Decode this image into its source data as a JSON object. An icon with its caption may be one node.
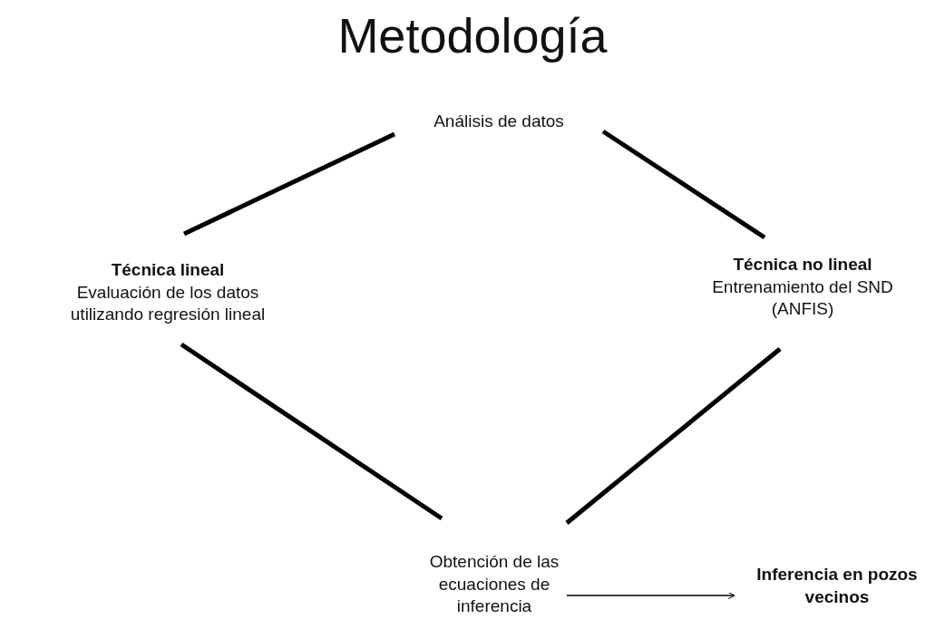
{
  "diagram": {
    "title": "Metodología",
    "nodes": [
      {
        "text": [
          "Análisis de datos"
        ]
      },
      {
        "text": [
          "Técnica lineal",
          "Evaluación de los datos utilizando regresión lineal"
        ]
      },
      {
        "text": [
          "Técnica no lineal",
          "Entrenamiento del SND (ANFIS)"
        ]
      },
      {
        "text": [
          "Obtención de las ecuaciones de inferencia"
        ]
      },
      {
        "text": [
          "Inferencia en pozos vecinos"
        ]
      }
    ],
    "edges": [
      {
        "from": 0,
        "to": 1,
        "arrow": "none"
      },
      {
        "from": 0,
        "to": 2,
        "arrow": "none"
      },
      {
        "from": 1,
        "to": 3,
        "arrow": "none"
      },
      {
        "from": 2,
        "to": 3,
        "arrow": "none"
      },
      {
        "from": 3,
        "to": 4,
        "arrow": "to"
      }
    ]
  }
}
